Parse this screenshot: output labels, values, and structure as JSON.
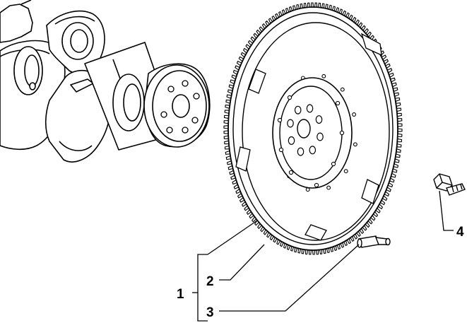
{
  "diagram": {
    "callouts": [
      {
        "id": "c1",
        "label": "1"
      },
      {
        "id": "c2",
        "label": "2"
      },
      {
        "id": "c3",
        "label": "3"
      },
      {
        "id": "c4",
        "label": "4"
      }
    ]
  },
  "colors": {
    "line": "#000000",
    "background": "#ffffff"
  }
}
